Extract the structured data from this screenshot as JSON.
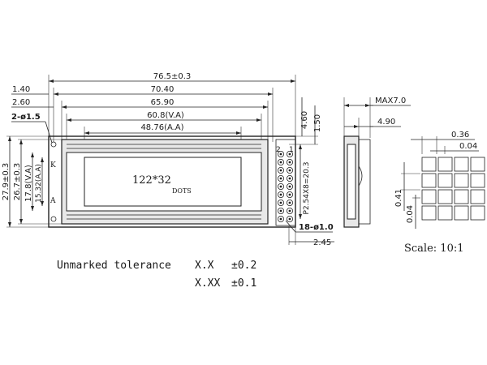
{
  "dimensions": {
    "overall_width": "76.5±0.3",
    "pcb_inner_width": "70.40",
    "bezel_width": "65.90",
    "view_area_width": "60.8(V.A)",
    "active_area_width": "48.76(A.A)",
    "offset_1": "1.40",
    "offset_2": "2.60",
    "mount_hole": "2-ø1.5",
    "overall_height": "27.9±0.3",
    "bezel_height": "26.7±0.3",
    "view_area_height": "17.8(V.A)",
    "active_area_height": "15.32(A.A)",
    "top_offset_1": "4.60",
    "top_offset_2": "1.50",
    "pin_pitch": "P2.54X8=20.3",
    "pin_holes": "18-ø1.0",
    "pin_edge_offset": "2.45",
    "side_max_thickness": "MAX7.0",
    "side_pcb_thickness": "4.90"
  },
  "display": {
    "resolution": "122*32",
    "unit": "DOTS",
    "marker_k": "K",
    "marker_a": "A",
    "pin_2": "2",
    "pin_1": "1"
  },
  "dot_detail": {
    "dot_pitch_h": "0.36",
    "dot_gap_h": "0.04",
    "dot_pitch_v": "0.41",
    "dot_gap_v": "0.04",
    "scale": "Scale: 10:1"
  },
  "tolerance": {
    "label": "Unmarked tolerance",
    "row1_format": "X.X",
    "row1_value": "±0.2",
    "row2_format": "X.XX",
    "row2_value": "±0.1"
  }
}
